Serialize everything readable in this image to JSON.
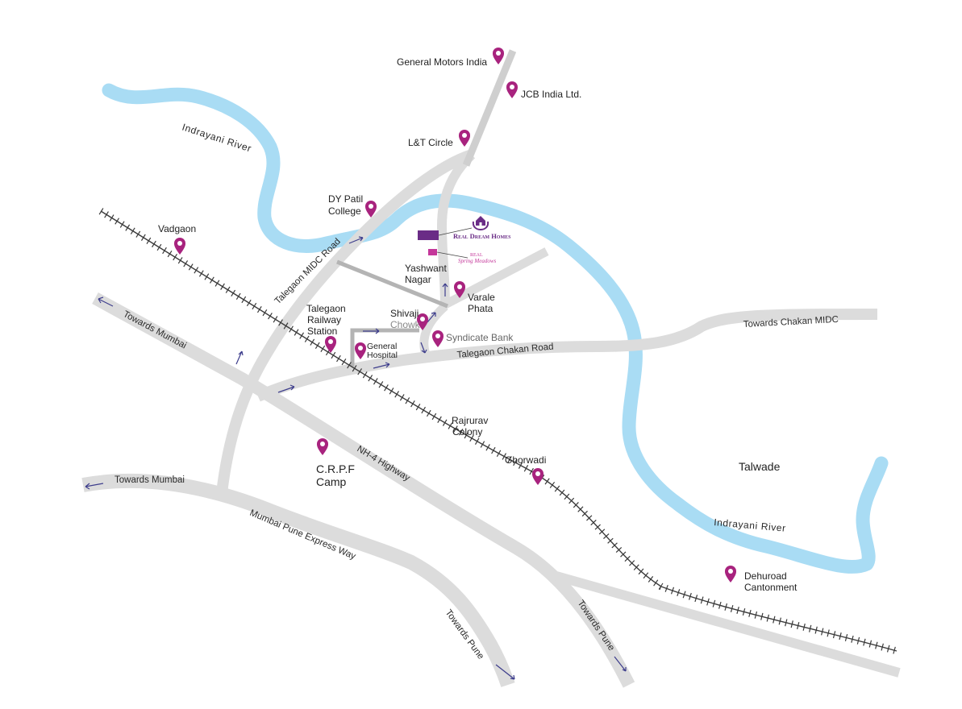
{
  "colors": {
    "road": "#dcdcdc",
    "road_dark": "#b4b4b4",
    "river": "#a9dcf4",
    "pin": "#a8237e",
    "arrow": "#3d3d8c",
    "rail": "#3a3a3a",
    "brand_purple": "#6a2c86",
    "brand_pink": "#c4379a"
  },
  "icons": {
    "pin": "location-pin-icon",
    "brand": "house-hands-logo-icon"
  },
  "places": {
    "general_motors": "General Motors India",
    "jcb": "JCB India Ltd.",
    "lt_circle": "L&T Circle",
    "dy_patil_1": "DY Patil",
    "dy_patil_2": "College",
    "vadgaon": "Vadgaon",
    "yashwant_1": "Yashwant",
    "yashwant_2": "Nagar",
    "varale_1": "Varale",
    "varale_2": "Phata",
    "talegaon_rly_1": "Talegaon",
    "talegaon_rly_2": "Railway",
    "talegaon_rly_3": "Station",
    "shivaji_1": "Shivaji",
    "shivaji_2": "Chowk",
    "syndicate": "Syndicate Bank",
    "general_hosp_1": "General",
    "general_hosp_2": "Hospital",
    "rajrurav_1": "Rajrurav",
    "rajrurav_2": "Colony",
    "ghorwadi": "Ghorwadi",
    "talwade": "Talwade",
    "crpf_1": "C.R.P.F",
    "crpf_2": "Camp",
    "dehuroad_1": "Dehuroad",
    "dehuroad_2": "Cantonment"
  },
  "roads": {
    "talegaon_midc": "Talegaon MIDC Road",
    "towards_mumbai_1": "Towards Mumbai",
    "towards_mumbai_2": "Towards Mumbai",
    "towards_chakan": "Towards Chakan MIDC",
    "talegaon_chakan": "Talegaon Chakan Road",
    "nh4": "NH-4 Highway",
    "expressway": "Mumbai Pune Express Way",
    "towards_pune_1": "Towards Pune",
    "towards_pune_2": "Towards Pune"
  },
  "rivers": {
    "indrayani_1": "Indrayani River",
    "indrayani_2": "Indrayani River"
  },
  "brand": {
    "name": "Real Dream Homes",
    "project_line1": "REAL",
    "project_line2": "Spring Meadows"
  }
}
